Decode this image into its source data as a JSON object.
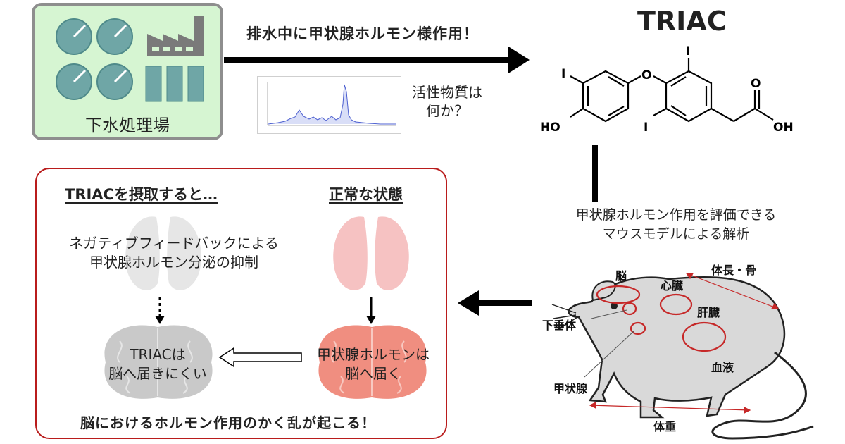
{
  "plant": {
    "label": "下水処理場"
  },
  "top_arrow": {
    "caption": "排水中に甲状腺ホルモン様作用！"
  },
  "question": {
    "line1": "活性物質は",
    "line2": "何か？"
  },
  "triac": {
    "title": "TRIAC",
    "atoms": {
      "iodine": "I",
      "oxygen": "O",
      "ho": "HO",
      "oh": "OH"
    }
  },
  "mouse_model": {
    "line1": "甲状腺ホルモン作用を評価できる",
    "line2": "マウスモデルによる解析"
  },
  "mouse_labels": {
    "brain": "脳",
    "heart": "心臓",
    "body_length": "体長・骨",
    "liver": "肝臓",
    "pituitary": "下垂体",
    "blood": "血液",
    "thyroid": "甲状腺",
    "body_weight": "体重"
  },
  "panel": {
    "left_heading": "TRIACを摂取すると…",
    "right_heading": "正常な状態",
    "feedback_line1": "ネガティブフィードバックによる",
    "feedback_line2": "甲状腺ホルモン分泌の抑制",
    "triac_brain_line1": "TRIACは",
    "triac_brain_line2": "脳へ届きにくい",
    "normal_brain_line1": "甲状腺ホルモンは",
    "normal_brain_line2": "脳へ届く",
    "conclusion": "脳におけるホルモン作用のかく乱が起こる！"
  },
  "colors": {
    "plant_bg": "#d6f5d2",
    "plant_border": "#8e8e8e",
    "gauge": "#6fa6a6",
    "factory": "#7a7a7a",
    "panel_border": "#b91c1c",
    "thyroid_normal": "#f6c2c2",
    "brain_normal": "#f08e80",
    "thyroid_suppressed": "#e6e6e6",
    "brain_suppressed": "#c9c9c9",
    "mouse_fill": "#d9d9d9",
    "organ_outline": "#c62828",
    "chromatogram_line": "#4c5fd0"
  }
}
